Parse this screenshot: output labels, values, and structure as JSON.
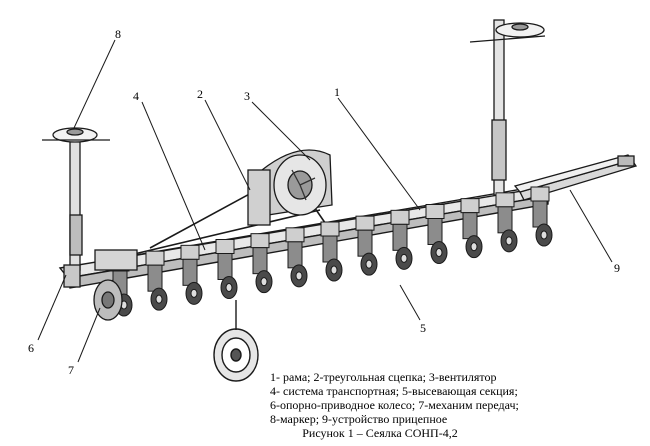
{
  "callouts": {
    "n1": "1",
    "n2": "2",
    "n3": "3",
    "n4": "4",
    "n5": "5",
    "n6": "6",
    "n7": "7",
    "n8": "8",
    "n9": "9"
  },
  "legend": {
    "line1": "1-  рама; 2-треугольная сцепка; 3-вентилятор",
    "line2": "4- система транспортная; 5-высевающая секция;",
    "line3": "6-опорно-приводное колесо; 7-механим передач;",
    "line4": "8-маркер; 9-устройство прицепное"
  },
  "caption": "Рисунок 1 – Сеялка СОНП-4,2",
  "colors": {
    "ink": "#1a1a1a",
    "shade": "#555555",
    "background": "#ffffff"
  }
}
